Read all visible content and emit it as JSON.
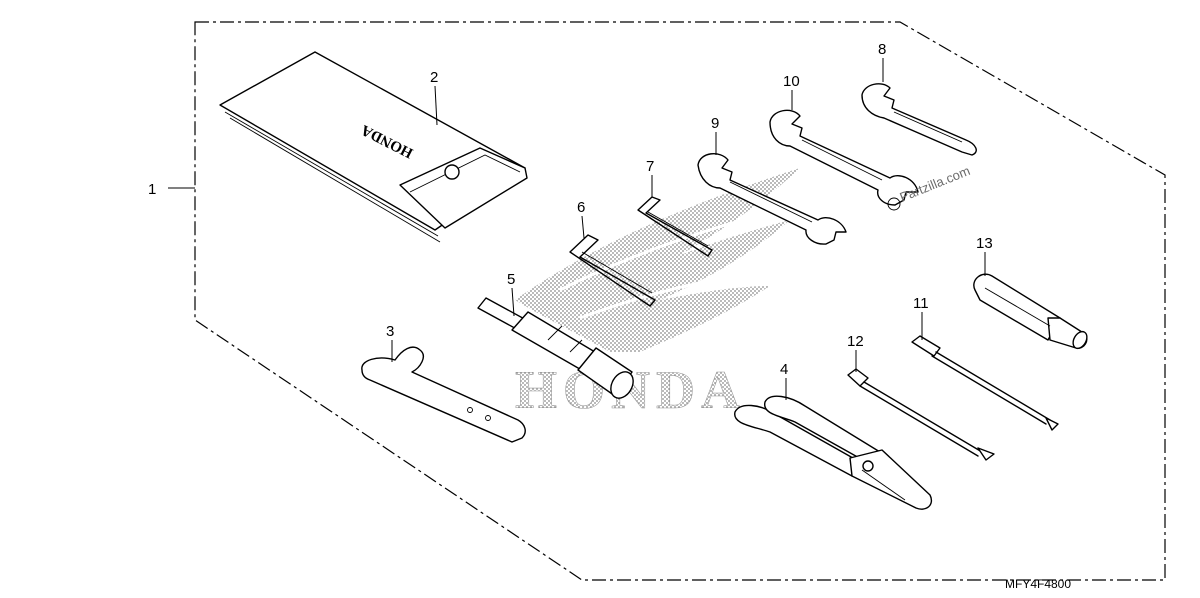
{
  "diagram": {
    "callouts": [
      {
        "id": "1",
        "label": "1"
      },
      {
        "id": "2",
        "label": "2"
      },
      {
        "id": "3",
        "label": "3"
      },
      {
        "id": "4",
        "label": "4"
      },
      {
        "id": "5",
        "label": "5"
      },
      {
        "id": "6",
        "label": "6"
      },
      {
        "id": "7",
        "label": "7"
      },
      {
        "id": "8",
        "label": "8"
      },
      {
        "id": "9",
        "label": "9"
      },
      {
        "id": "10",
        "label": "10"
      },
      {
        "id": "11",
        "label": "11"
      },
      {
        "id": "12",
        "label": "12"
      },
      {
        "id": "13",
        "label": "13"
      }
    ],
    "part_code": "MFY4F4800",
    "watermark_brand": "HONDA",
    "pouch_brand": "HONDA",
    "site_watermark": "Partzilla.com"
  },
  "colors": {
    "ink": "#000000",
    "watermark_gray": "#9a9a9a",
    "background": "#ffffff"
  }
}
